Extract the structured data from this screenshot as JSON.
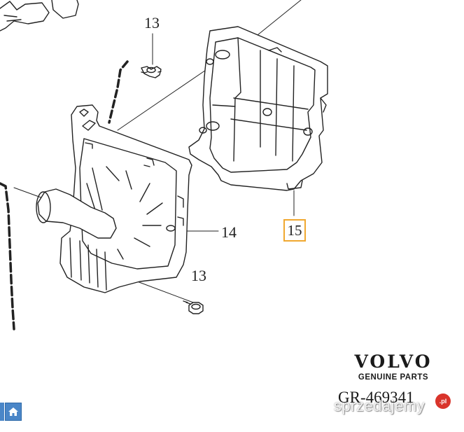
{
  "callouts": {
    "part_13_top": "13",
    "part_14": "14",
    "part_13_bottom": "13",
    "part_15": "15"
  },
  "brand": {
    "name": "VOLVO",
    "subtitle": "GENUINE PARTS"
  },
  "reference": "GR-469341",
  "watermark": {
    "text": "sprzedajemy",
    "badge": ".pl"
  },
  "nav": {
    "home_icon": "home-icon"
  },
  "colors": {
    "highlight_box": "#f0a830",
    "nav_button": "#4a86c8",
    "watermark_badge": "#d9342b"
  }
}
